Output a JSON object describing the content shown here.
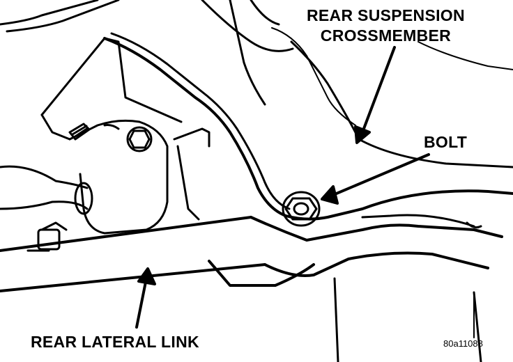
{
  "labels": {
    "crossmember_line1": "REAR SUSPENSION",
    "crossmember_line2": "CROSSMEMBER",
    "bolt": "BOLT",
    "lateral_link": "REAR LATERAL LINK"
  },
  "figure_code": "80a11088",
  "colors": {
    "ink": "#000000",
    "paper": "#ffffff"
  }
}
